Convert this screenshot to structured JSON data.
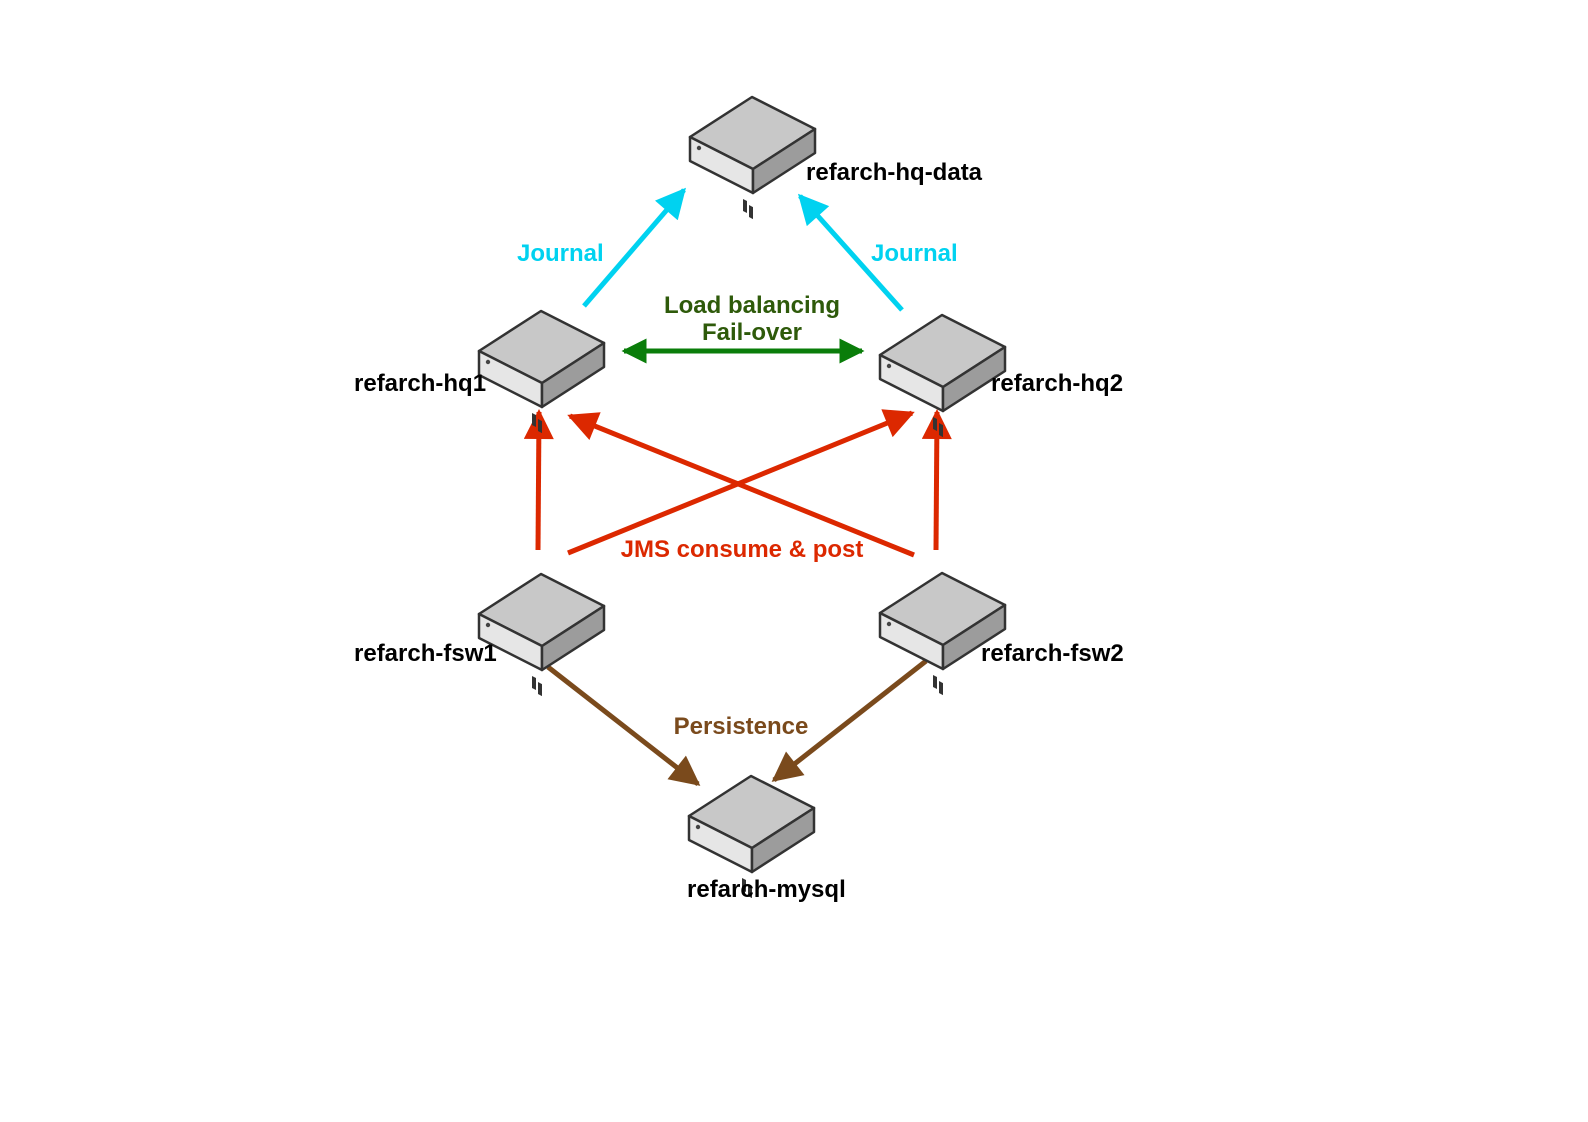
{
  "colors": {
    "journal": "#00d2f0",
    "load_balance": "#0a7d0a",
    "load_balance_text": "#2e5a0a",
    "jms": "#dc2800",
    "persistence": "#7a4a1c",
    "server_top": "#c8c8c8",
    "server_left": "#e6e6e6",
    "server_right": "#9c9c9c",
    "server_edge": "#333333",
    "node_text": "#000000"
  },
  "nodes": {
    "hq_data": {
      "label": "refarch-hq-data",
      "icon": "server-icon"
    },
    "hq1": {
      "label": "refarch-hq1",
      "icon": "server-icon"
    },
    "hq2": {
      "label": "refarch-hq2",
      "icon": "server-icon"
    },
    "fsw1": {
      "label": "refarch-fsw1",
      "icon": "server-icon"
    },
    "fsw2": {
      "label": "refarch-fsw2",
      "icon": "server-icon"
    },
    "mysql": {
      "label": "refarch-mysql",
      "icon": "server-icon"
    }
  },
  "edges": {
    "journal_left": {
      "label": "Journal",
      "from": "refarch-hq1",
      "to": "refarch-hq-data"
    },
    "journal_right": {
      "label": "Journal",
      "from": "refarch-hq2",
      "to": "refarch-hq-data"
    },
    "load_balancing": {
      "label_line1": "Load balancing",
      "label_line2": "Fail-over",
      "from": "refarch-hq1",
      "to": "refarch-hq2",
      "bidirectional": true
    },
    "jms": {
      "label": "JMS consume & post"
    },
    "persistence": {
      "label": "Persistence"
    }
  }
}
